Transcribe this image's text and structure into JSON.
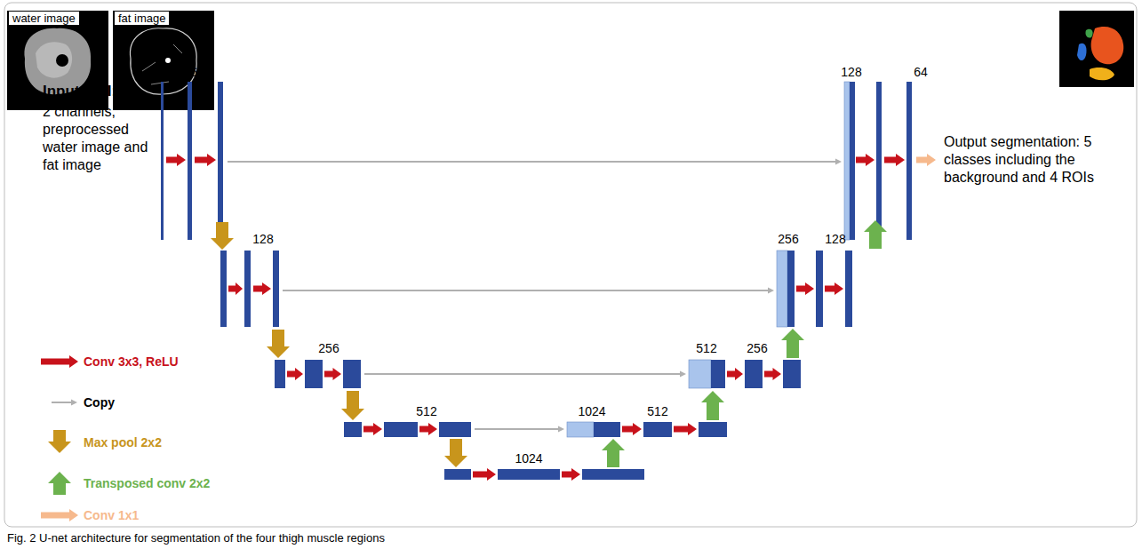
{
  "diagram": {
    "caption": "Fig. 2 U-net architecture for segmentation of the four thigh muscle regions",
    "labels": [
      "water image",
      "fat image",
      "Input MRI:",
      "2 channels, preprocessed water image and fat image",
      "2",
      "64",
      "128",
      "64",
      "128",
      "256",
      "128",
      "256",
      "512",
      "256",
      "512",
      "1024",
      "512",
      "1024",
      "Output segmentation: 5 classes including the background and 4 ROIs"
    ],
    "legend": [
      {
        "text": "Conv 3x3, ReLU"
      },
      {
        "text": "Copy"
      },
      {
        "text": "Max pool 2x2"
      },
      {
        "text": "Transposed conv 2x2"
      },
      {
        "text": "Conv 1x1"
      }
    ]
  }
}
